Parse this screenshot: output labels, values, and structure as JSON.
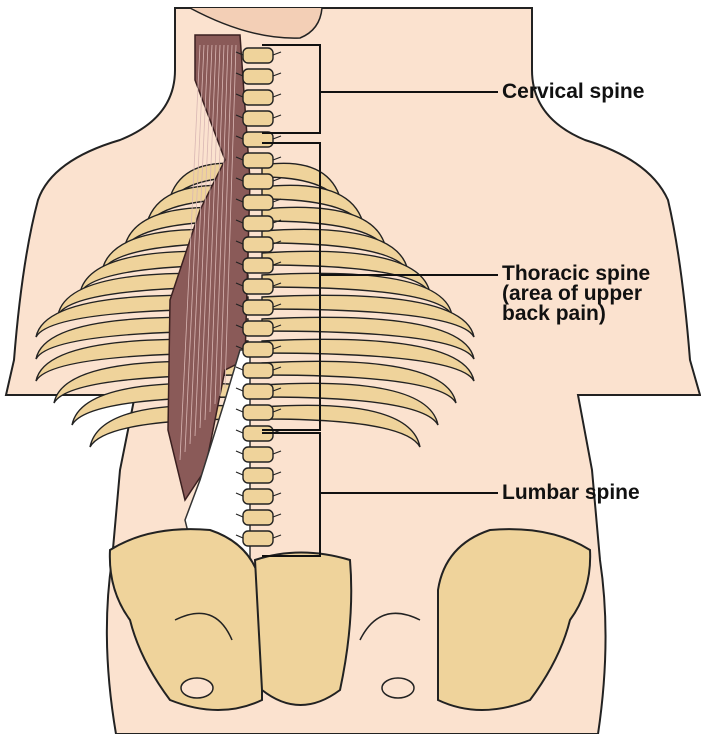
{
  "labels": {
    "cervical": "Cervical spine",
    "thoracic": [
      "Thoracic spine",
      "(area of upper",
      "back pain)"
    ],
    "lumbar": "Lumbar spine"
  },
  "colors": {
    "skin": "#fbe2cf",
    "bone": "#efd39b",
    "muscle": "#8a5a58",
    "tendon": "#ffffff",
    "outline": "#222222"
  }
}
